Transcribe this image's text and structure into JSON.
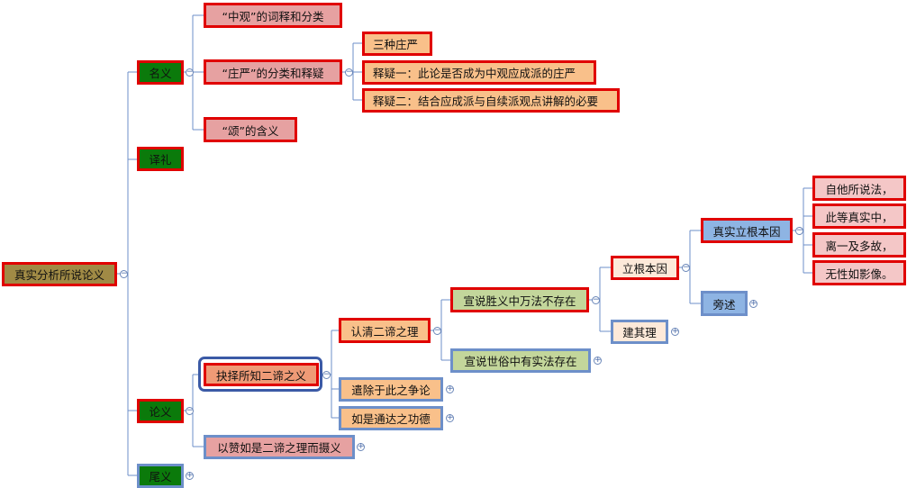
{
  "root": {
    "label": "真实分析所说论义"
  },
  "mingyi": {
    "label": "名义",
    "children": [
      {
        "label": "“中观”的词释和分类"
      },
      {
        "label": "“庄严”的分类和释疑",
        "children": [
          {
            "label": "三种庄严"
          },
          {
            "label": "释疑一：此论是否成为中观应成派的庄严"
          },
          {
            "label": "释疑二：结合应成派与自续派观点讲解的必要"
          }
        ]
      },
      {
        "label": "“颂”的含义"
      }
    ]
  },
  "yili": {
    "label": "译礼"
  },
  "lunyi": {
    "label": "论义",
    "children": [
      {
        "label": "抉择所知二谛之义",
        "children": [
          {
            "label": "认清二谛之理",
            "children": [
              {
                "label": "宣说胜义中万法不存在",
                "children": [
                  {
                    "label": "立根本因",
                    "children": [
                      {
                        "label": "真实立根本因",
                        "children": [
                          {
                            "label": "自他所说法，"
                          },
                          {
                            "label": "此等真实中，"
                          },
                          {
                            "label": "离一及多故，"
                          },
                          {
                            "label": "无性如影像。"
                          }
                        ]
                      },
                      {
                        "label": "旁述"
                      }
                    ]
                  },
                  {
                    "label": "建其理"
                  }
                ]
              },
              {
                "label": "宣说世俗中有实法存在"
              }
            ]
          },
          {
            "label": "遣除于此之争论"
          },
          {
            "label": "如是通达之功德"
          }
        ]
      },
      {
        "label": "以赞如是二谛之理而摄义"
      }
    ]
  },
  "weiyi": {
    "label": "尾义"
  },
  "toggles": {
    "collapse": "−",
    "expand": "+"
  },
  "colors": {
    "line": "#6d8fc9",
    "red_border": "#e00000",
    "blue_border": "#6d8fc9",
    "selection": "#3b5aa6"
  }
}
